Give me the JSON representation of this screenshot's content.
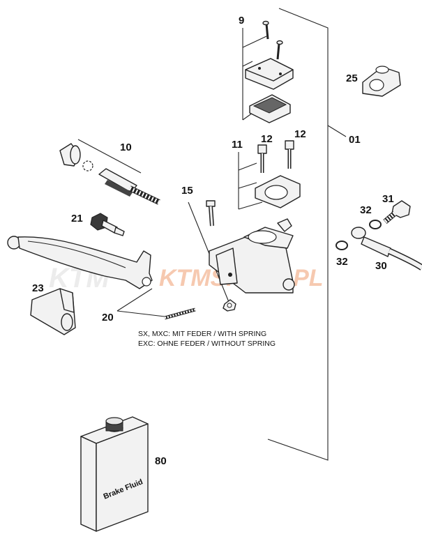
{
  "labels": {
    "p01": "01",
    "p9": "9",
    "p10": "10",
    "p11": "11",
    "p12a": "12",
    "p12b": "12",
    "p15": "15",
    "p20": "20",
    "p21": "21",
    "p23": "23",
    "p25": "25",
    "p30": "30",
    "p31": "31",
    "p32a": "32",
    "p32b": "32",
    "p80": "80"
  },
  "notes": {
    "line1": "SX, MXC: MIT FEDER / WITH SPRING",
    "line2": "EXC: OHNE FEDER / WITHOUT SPRING"
  },
  "container_label": "Brake Fluid",
  "watermark": {
    "logo": "KTM",
    "site": "KTMSKLEP.PL"
  },
  "colors": {
    "ink": "#222222",
    "fill": "#f2f2f2",
    "watermark_gray": "#ececec",
    "watermark_orange": "#f6c9b0"
  }
}
